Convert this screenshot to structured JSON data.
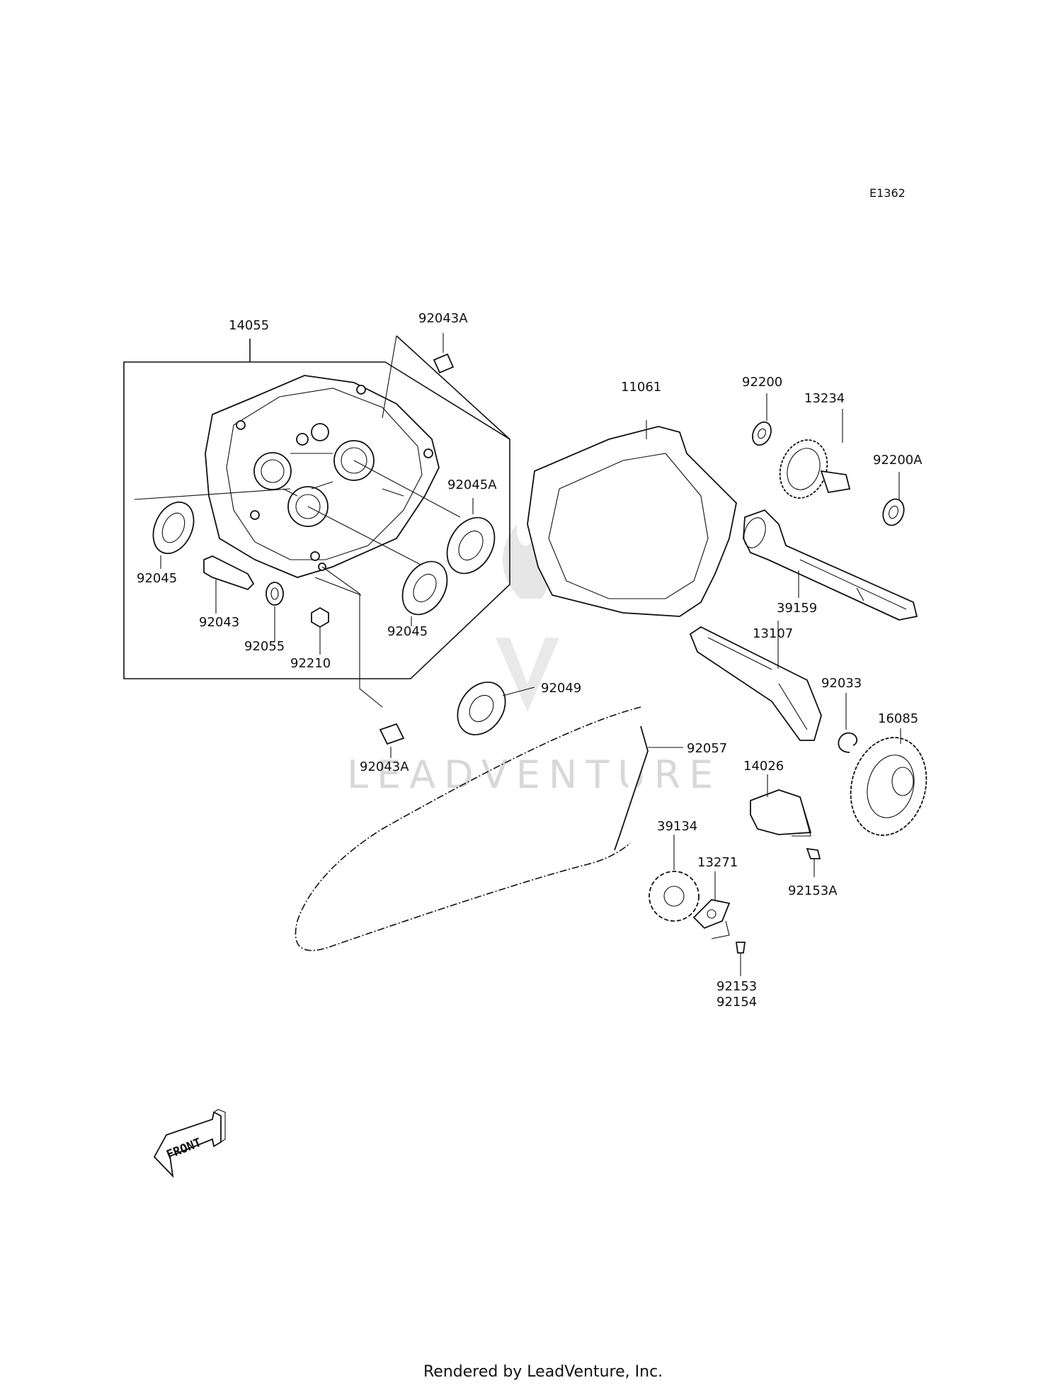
{
  "diagram_code": "E1362",
  "footer": "Rendered by LeadVenture, Inc.",
  "watermark": "LEADVENTURE",
  "front_label": "FRONT",
  "parts": {
    "p14055": "14055",
    "p92043A_top": "92043A",
    "p92043A_bottom": "92043A",
    "p92045A": "92045A",
    "p92045_left": "92045",
    "p92045_right": "92045",
    "p92043": "92043",
    "p92055": "92055",
    "p92210": "92210",
    "p11061": "11061",
    "p92200": "92200",
    "p13234": "13234",
    "p92200A": "92200A",
    "p39159": "39159",
    "p13107": "13107",
    "p92033": "92033",
    "p16085": "16085",
    "p92049": "92049",
    "p92057": "92057",
    "p14026": "14026",
    "p39134": "39134",
    "p13271": "13271",
    "p92153A": "92153A",
    "p92153": "92153",
    "p92154": "92154"
  }
}
